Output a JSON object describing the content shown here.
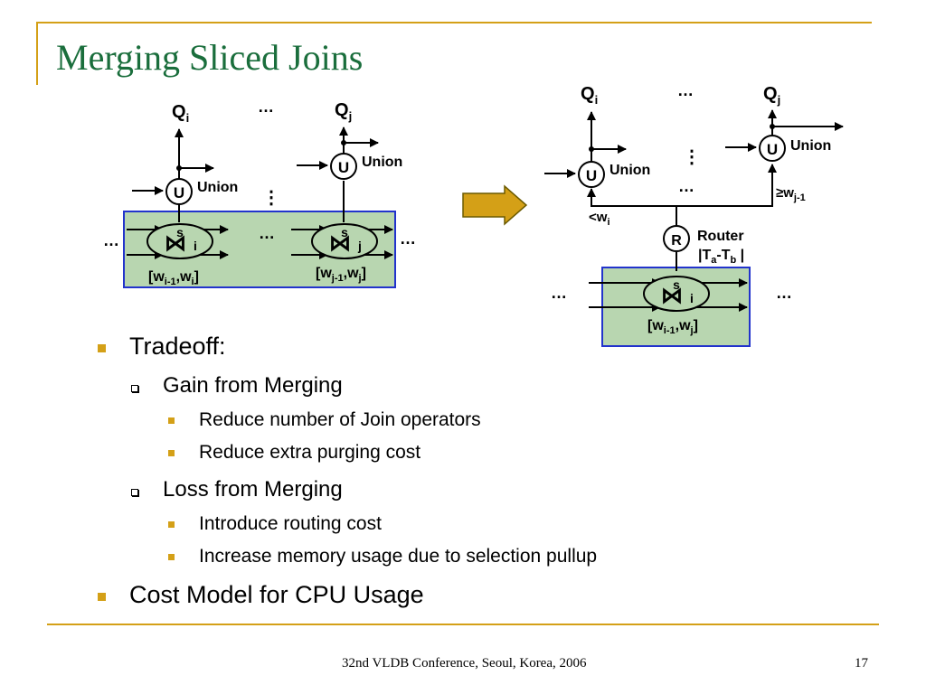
{
  "slide": {
    "title": "Merging Sliced Joins",
    "footer_text": "32nd VLDB Conference, Seoul, Korea, 2006",
    "page_number": "17"
  },
  "diagram": {
    "ellipsis": "…",
    "vdots": "⋮",
    "union_symbol": "U",
    "union_label": "Union",
    "router_symbol": "R",
    "router_label": "Router",
    "join_symbol": "⋈",
    "join_s": "s",
    "join_i": "i",
    "join_j": "j",
    "Q": "Q",
    "sub_i": "i",
    "sub_j": "j",
    "w": "w",
    "sub_i1": "i-1",
    "sub_j1": "j-1",
    "lbrack": "[",
    "comma": ",",
    "rbrack": "]",
    "lt": "<",
    "ge": "≥",
    "range_open": "|T",
    "sub_a": "a",
    "minus_T": "-T",
    "sub_b": "b",
    "range_close": " |",
    "colors": {
      "box_fill": "#b8d6b0",
      "box_border": "#2233cc",
      "arrow_fill": "#d4a017",
      "accent": "#d4a017",
      "title_color": "#1a6e3c"
    }
  },
  "bullets": {
    "tradeoff": "Tradeoff:",
    "gain": "Gain from Merging",
    "gain_1": "Reduce number of Join operators",
    "gain_2": "Reduce extra purging cost",
    "loss": "Loss from Merging",
    "loss_1": "Introduce routing cost",
    "loss_2": "Increase memory usage due to selection pullup",
    "cost_model": "Cost Model for CPU Usage"
  }
}
